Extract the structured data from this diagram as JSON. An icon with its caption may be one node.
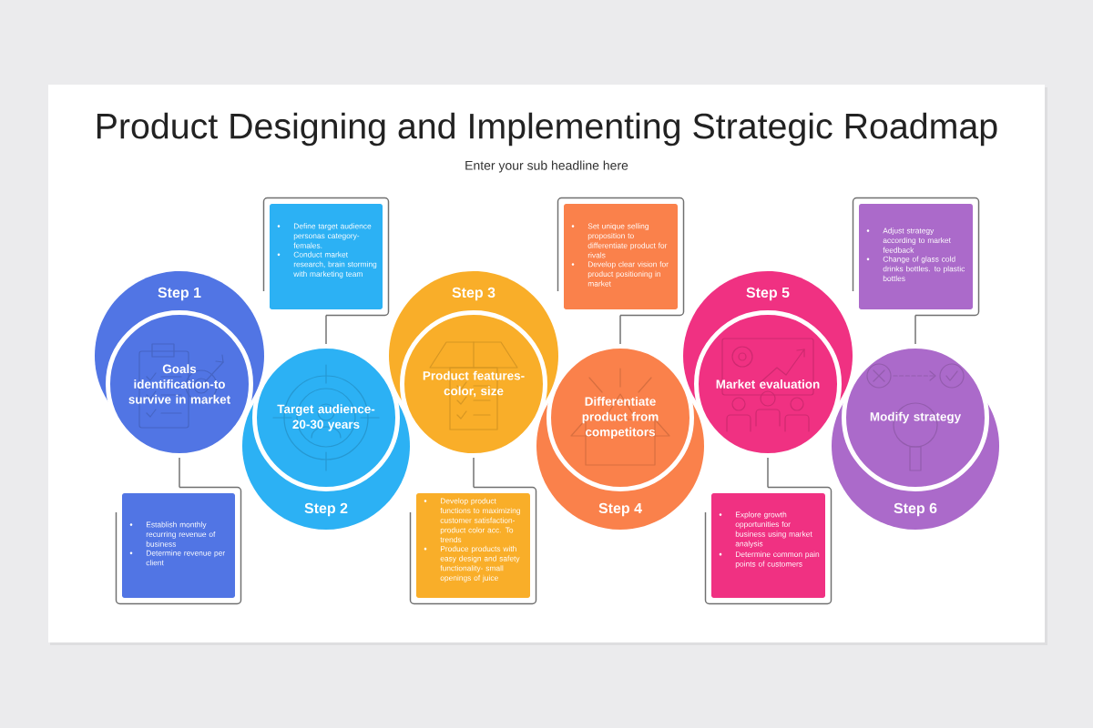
{
  "diagram": {
    "title": "Product Designing and Implementing Strategic Roadmap",
    "nodes": [
      {
        "text": [
          "Step 1"
        ]
      },
      {
        "text": [
          "Goals identification-to survive in market"
        ]
      },
      {
        "text": [
          "Establish monthly recurring revenue of business",
          "Determine revenue per client"
        ]
      },
      {
        "text": [
          "Step 2"
        ]
      },
      {
        "text": [
          "Target audience- 20-30 years"
        ]
      },
      {
        "text": [
          "Define target audience personas category- females.",
          "Conduct market research, brain storming with marketing team"
        ]
      },
      {
        "text": [
          "Step 3"
        ]
      },
      {
        "text": [
          "Product features- color, size"
        ]
      },
      {
        "text": [
          "Develop product functions to maximizing customer satisfaction-product color acc. To trends",
          "Produce products with easy design and safety functionality- small openings of juice"
        ]
      },
      {
        "text": [
          "Step 4"
        ]
      },
      {
        "text": [
          "Differentiate product from competitors"
        ]
      },
      {
        "text": [
          "Set unique selling proposition to differentiate product for rivals",
          "Develop clear vision for product positioning in market"
        ]
      },
      {
        "text": [
          "Step 5"
        ]
      },
      {
        "text": [
          "Market evaluation"
        ]
      },
      {
        "text": [
          "Explore growth opportunities for business using market analysis",
          "Determine common pain points of customers"
        ]
      },
      {
        "text": [
          "Step 6"
        ]
      },
      {
        "text": [
          "Modify strategy"
        ]
      },
      {
        "text": [
          "Adjust strategy according to market feedback",
          "Change of glass cold drinks bottles. to plastic bottles"
        ]
      }
    ],
    "edges": [
      {
        "from": 1,
        "to": 2,
        "arrow": "none"
      },
      {
        "from": 4,
        "to": 5,
        "arrow": "none"
      },
      {
        "from": 7,
        "to": 8,
        "arrow": "none"
      },
      {
        "from": 10,
        "to": 11,
        "arrow": "none"
      },
      {
        "from": 13,
        "to": 14,
        "arrow": "none"
      },
      {
        "from": 16,
        "to": 17,
        "arrow": "none"
      }
    ],
    "labels": [
      "Enter your sub headline here"
    ]
  }
}
